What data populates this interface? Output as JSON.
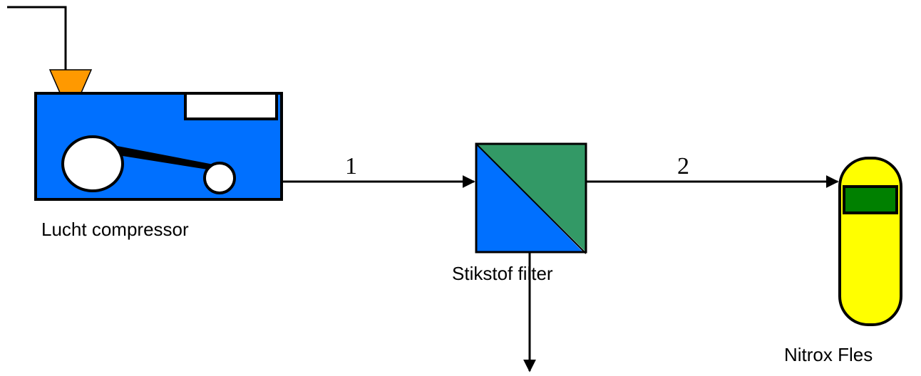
{
  "diagram": {
    "compressor": {
      "label": "Lucht compressor"
    },
    "filter": {
      "label": "Stikstof filter"
    },
    "cylinder": {
      "label": "Nitrox Fles"
    },
    "streams": {
      "s1": {
        "label": "1"
      },
      "s2": {
        "label": "2"
      }
    }
  },
  "colors": {
    "compressor_body": "#0070ff",
    "intake_funnel": "#ff9900",
    "filter_blue": "#0070ff",
    "filter_green": "#339966",
    "cylinder_body": "#ffff00",
    "cylinder_window": "#008000",
    "line": "#000000"
  }
}
